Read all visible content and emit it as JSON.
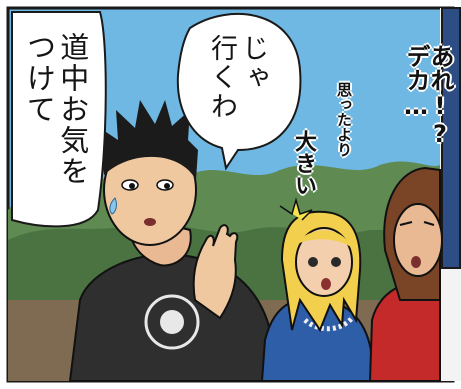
{
  "comic": {
    "bubble_left": "道中お気を\nつけて",
    "bubble_center": "じゃ\n行くわ",
    "sfx_right_1": "あれ!?\nデカ…",
    "sfx_right_2": "思ったより",
    "sfx_right_3": "大きい"
  },
  "colors": {
    "sky": "#6fb8e3",
    "trees": "#5f8a52",
    "skin": "#f0c8a0",
    "dark_shirt": "#2f2f2f",
    "blue_top": "#2e5ea8",
    "red_top": "#c52a2a",
    "hair_blonde": "#f2d04d"
  }
}
